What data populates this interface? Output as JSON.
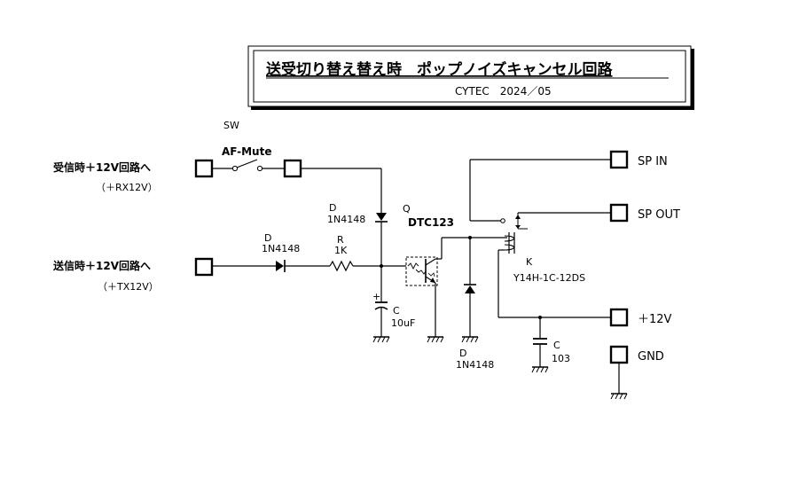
{
  "title_box": {
    "title": "送受切り替え替え時　ポップノイズキャンセル回路",
    "subtitle": "CYTEC　2024／05"
  },
  "inputs": {
    "rx_label": "受信時＋12V回路へ",
    "rx_sub": "（＋RX12V）",
    "tx_label": "送信時＋12V回路へ",
    "tx_sub": "（＋TX12V）"
  },
  "switch": {
    "ref": "SW",
    "name": "AF-Mute"
  },
  "components": {
    "d1_ref": "D",
    "d1_part": "1N4148",
    "d2_ref": "D",
    "d2_part": "1N4148",
    "r_ref": "R",
    "r_value": "1K",
    "c1_ref": "C",
    "c1_value": "10uF",
    "q_ref": "Q",
    "q_part": "DTC123",
    "d3_ref": "D",
    "d3_part": "1N4148",
    "k_ref": "K",
    "k_part": "Y14H-1C-12DS",
    "c2_ref": "C",
    "c2_value": "103"
  },
  "outputs": {
    "sp_in": "SP  IN",
    "sp_out": "SP  OUT",
    "plus12": "＋12V",
    "gnd": "GND"
  }
}
